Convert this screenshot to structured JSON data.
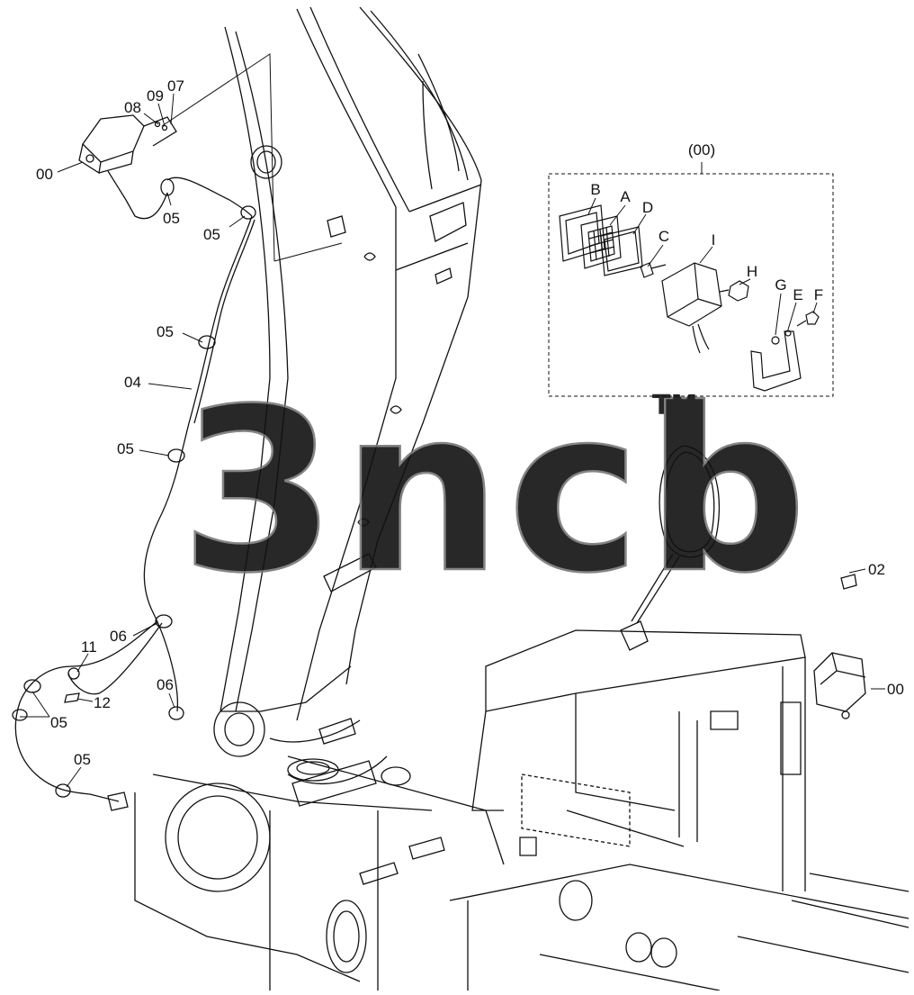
{
  "diagram": {
    "callouts": {
      "lamp_top": "00",
      "c08": "08",
      "c09": "09",
      "c07": "07",
      "c05_a": "05",
      "c05_b": "05",
      "c05_c": "05",
      "c04": "04",
      "c05_d": "05",
      "c06_a": "06",
      "c11": "11",
      "c06_b": "06",
      "c12": "12",
      "c05_e": "05",
      "c05_f": "05",
      "c02": "02",
      "lamp_right": "00"
    },
    "detail_box": {
      "title": "(00)",
      "parts": {
        "B": "B",
        "A": "A",
        "D": "D",
        "C": "C",
        "I": "I",
        "H": "H",
        "G": "G",
        "E": "E",
        "F": "F"
      }
    },
    "watermark": {
      "text": "3ncb",
      "tm": "TM"
    }
  }
}
